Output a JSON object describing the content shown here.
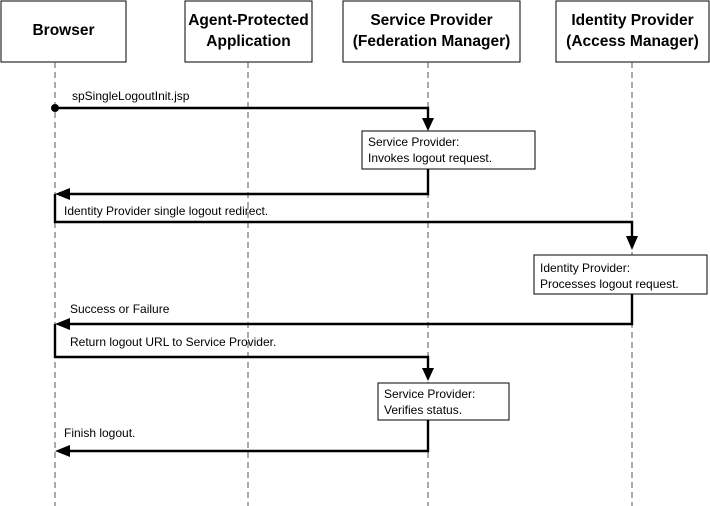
{
  "participants": [
    {
      "id": "browser",
      "lines": [
        "Browser"
      ]
    },
    {
      "id": "agent",
      "lines": [
        "Agent-Protected",
        "Application"
      ]
    },
    {
      "id": "sp",
      "lines": [
        "Service Provider",
        "(Federation Manager)"
      ]
    },
    {
      "id": "idp",
      "lines": [
        "Identity Provider",
        "(Access Manager)"
      ]
    }
  ],
  "messages": [
    {
      "label": "spSingleLogoutInit.jsp"
    },
    {
      "label": "Identity Provider single logout redirect."
    },
    {
      "label": "Success or Failure"
    },
    {
      "label": "Return logout URL to Service Provider."
    },
    {
      "label": "Finish logout."
    }
  ],
  "notes": [
    {
      "lines": [
        "Service  Provider:",
        "Invokes logout request."
      ]
    },
    {
      "lines": [
        "Identity  Provider:",
        "Processes logout request."
      ]
    },
    {
      "lines": [
        "Service  Provider:",
        "Verifies status."
      ]
    }
  ]
}
